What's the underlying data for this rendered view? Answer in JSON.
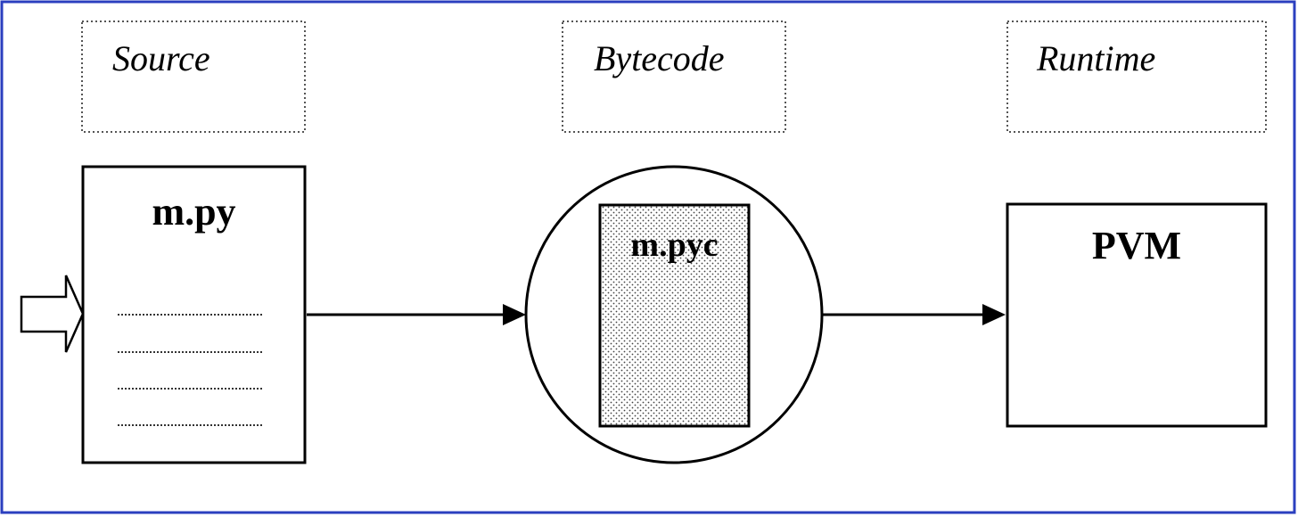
{
  "stages": [
    {
      "id": "source",
      "label": "Source"
    },
    {
      "id": "bytecode",
      "label": "Bytecode"
    },
    {
      "id": "runtime",
      "label": "Runtime"
    }
  ],
  "files": {
    "source_file": "m.py",
    "bytecode_file": "m.pyc",
    "runtime": "PVM"
  },
  "colors": {
    "frame": "#2b3fbf",
    "stroke": "#000000",
    "dotted_box": "#555555",
    "fill": "#ffffff"
  }
}
